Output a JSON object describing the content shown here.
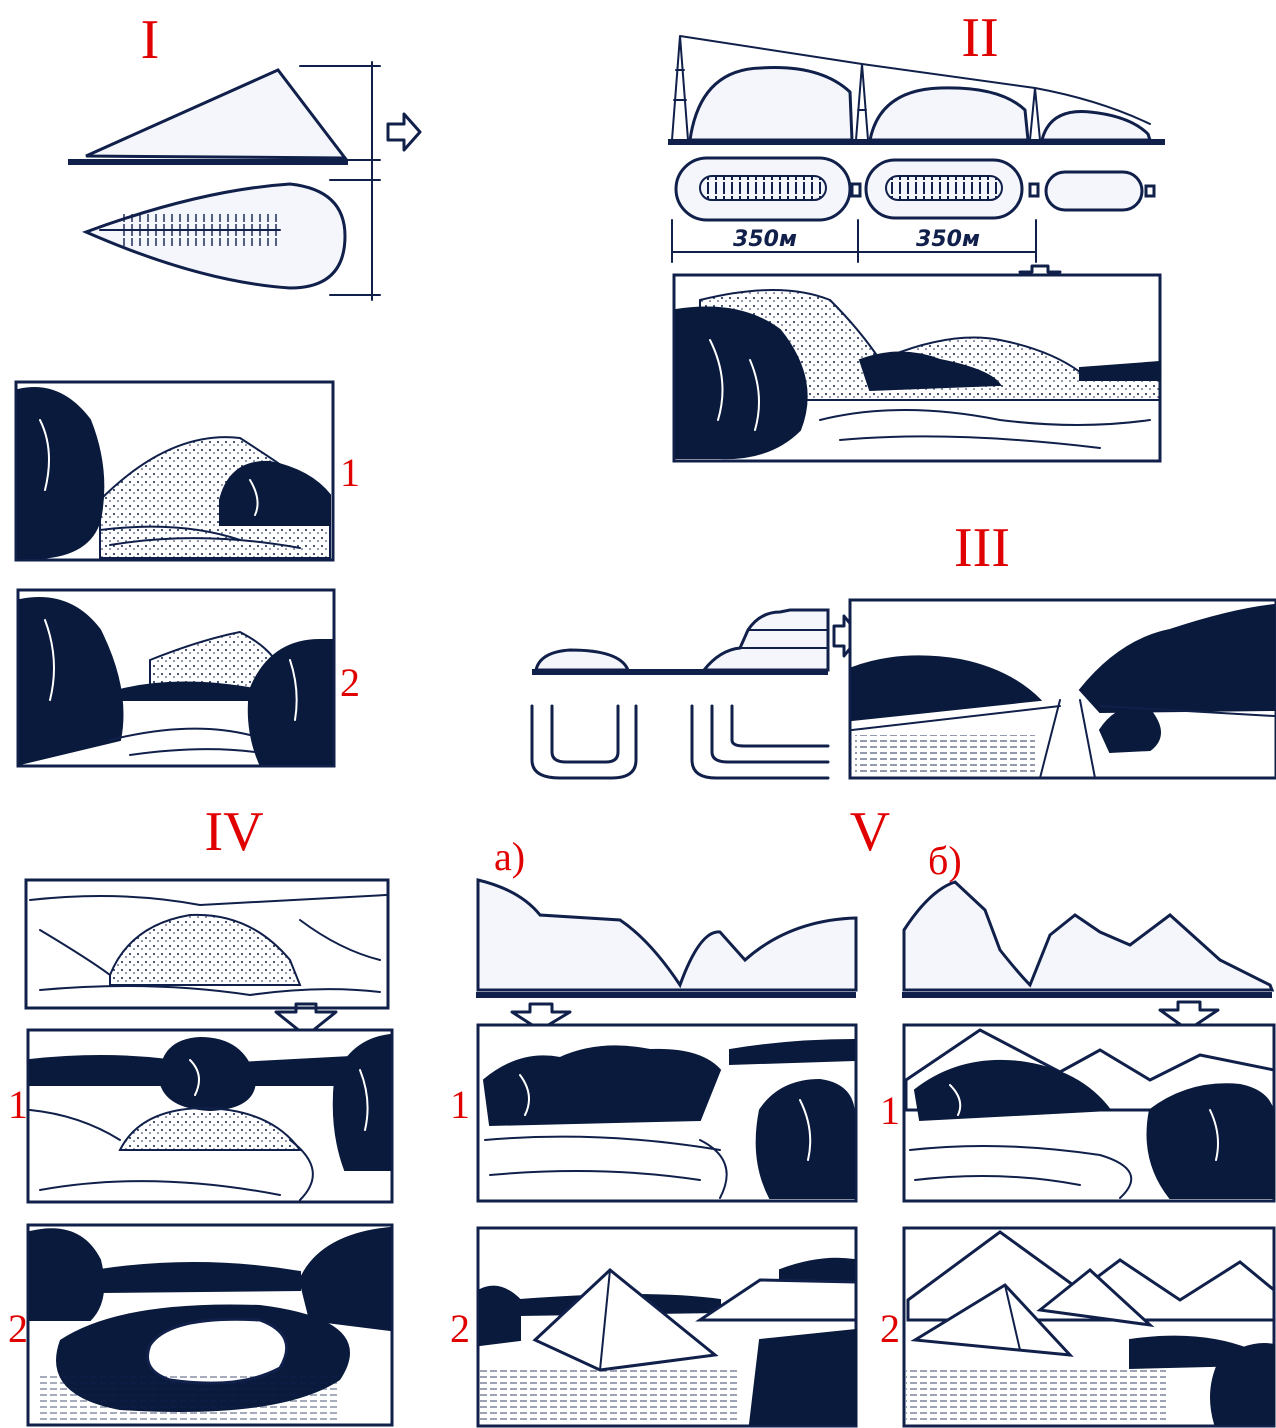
{
  "labels": {
    "section_1": "I",
    "section_2": "II",
    "section_3": "III",
    "section_4": "IV",
    "section_5": "V",
    "variant_a": "a)",
    "variant_b": "б)",
    "view_1": "1",
    "view_2": "2"
  },
  "dimensions": {
    "spacing_1": "350м",
    "spacing_2": "350м"
  },
  "colors": {
    "label": "#e00000",
    "ink": "#10204a",
    "dark_fill": "#0a1a3c",
    "background": "#ffffff"
  }
}
